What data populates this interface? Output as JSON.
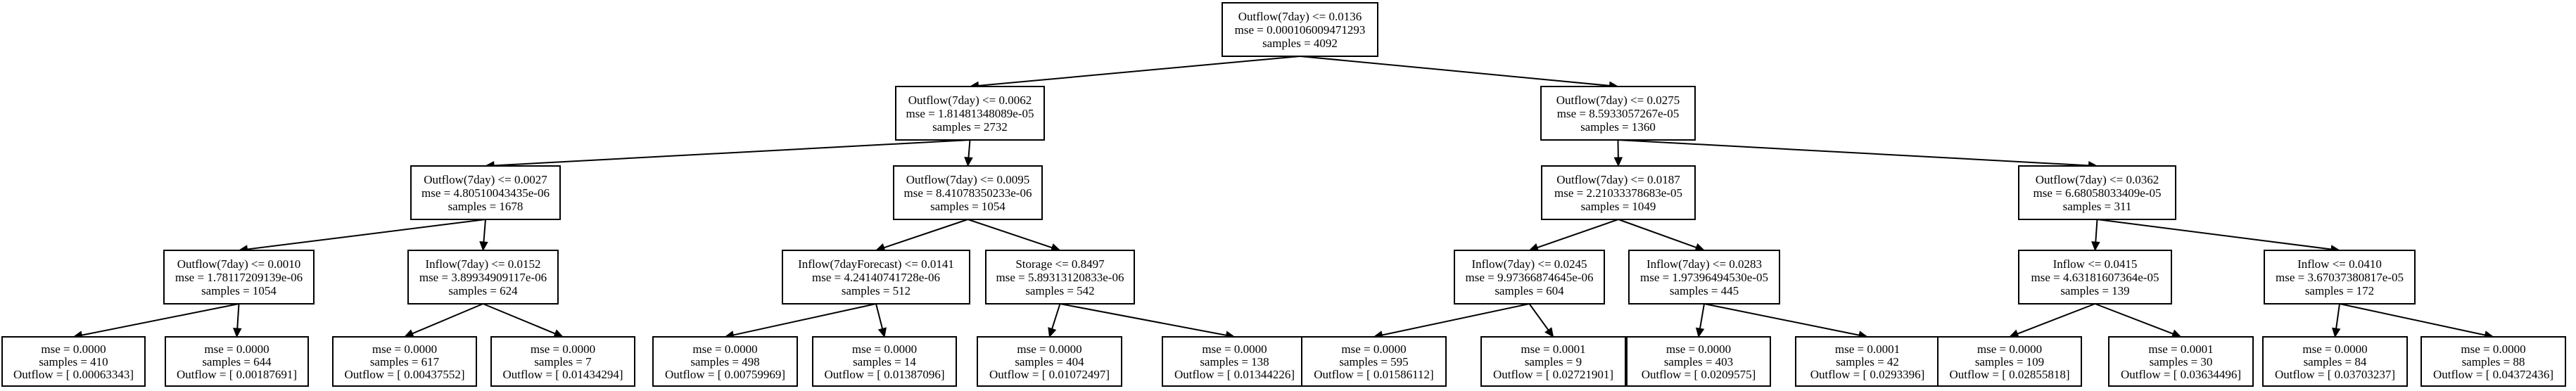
{
  "nodes": [
    {
      "id": "n0",
      "lines": [
        "Outflow(7day) <= 0.0136",
        "mse = 0.000106009471293",
        "samples = 4092"
      ]
    },
    {
      "id": "n1",
      "lines": [
        "Outflow(7day) <= 0.0062",
        "mse = 1.81481348089e-05",
        "samples = 2732"
      ]
    },
    {
      "id": "n2",
      "lines": [
        "Outflow(7day) <= 0.0275",
        "mse = 8.5933057267e-05",
        "samples = 1360"
      ]
    },
    {
      "id": "n3",
      "lines": [
        "Outflow(7day) <= 0.0027",
        "mse = 4.80510043435e-06",
        "samples = 1678"
      ]
    },
    {
      "id": "n4",
      "lines": [
        "Outflow(7day) <= 0.0095",
        "mse = 8.41078350233e-06",
        "samples = 1054"
      ]
    },
    {
      "id": "n5",
      "lines": [
        "Outflow(7day) <= 0.0187",
        "mse = 2.21033378683e-05",
        "samples = 1049"
      ]
    },
    {
      "id": "n6",
      "lines": [
        "Outflow(7day) <= 0.0362",
        "mse = 6.68058033409e-05",
        "samples = 311"
      ]
    },
    {
      "id": "n7",
      "lines": [
        "Outflow(7day) <= 0.0010",
        "mse = 1.78117209139e-06",
        "samples = 1054"
      ]
    },
    {
      "id": "n8",
      "lines": [
        "Inflow(7day) <= 0.0152",
        "mse = 3.89934909117e-06",
        "samples = 624"
      ]
    },
    {
      "id": "n9",
      "lines": [
        "Inflow(7dayForecast) <= 0.0141",
        "mse = 4.24140741728e-06",
        "samples = 512"
      ]
    },
    {
      "id": "n10",
      "lines": [
        "Storage <= 0.8497",
        "mse = 5.89313120833e-06",
        "samples = 542"
      ]
    },
    {
      "id": "n11",
      "lines": [
        "Inflow(7day) <= 0.0245",
        "mse = 9.97366874645e-06",
        "samples = 604"
      ]
    },
    {
      "id": "n12",
      "lines": [
        "Inflow(7day) <= 0.0283",
        "mse = 1.97396494530e-05",
        "samples = 445"
      ]
    },
    {
      "id": "n13",
      "lines": [
        "Inflow <= 0.0415",
        "mse = 4.63181607364e-05",
        "samples = 139"
      ]
    },
    {
      "id": "n14",
      "lines": [
        "Inflow <= 0.0410",
        "mse = 3.67037380817e-05",
        "samples = 172"
      ]
    },
    {
      "id": "l0",
      "lines": [
        "mse = 0.0000",
        "samples = 410",
        "Outflow = [ 0.00063343]"
      ]
    },
    {
      "id": "l1",
      "lines": [
        "mse = 0.0000",
        "samples = 644",
        "Outflow = [ 0.00187691]"
      ]
    },
    {
      "id": "l2",
      "lines": [
        "mse = 0.0000",
        "samples = 617",
        "Outflow = [ 0.00437552]"
      ]
    },
    {
      "id": "l3",
      "lines": [
        "mse = 0.0000",
        "samples = 7",
        "Outflow = [ 0.01434294]"
      ]
    },
    {
      "id": "l4",
      "lines": [
        "mse = 0.0000",
        "samples = 498",
        "Outflow = [ 0.00759969]"
      ]
    },
    {
      "id": "l5",
      "lines": [
        "mse = 0.0000",
        "samples = 14",
        "Outflow = [ 0.01387096]"
      ]
    },
    {
      "id": "l6",
      "lines": [
        "mse = 0.0000",
        "samples = 404",
        "Outflow = [ 0.01072497]"
      ]
    },
    {
      "id": "l7",
      "lines": [
        "mse = 0.0000",
        "samples = 138",
        "Outflow = [ 0.01344226]"
      ]
    },
    {
      "id": "l8",
      "lines": [
        "mse = 0.0000",
        "samples = 595",
        "Outflow = [ 0.01586112]"
      ]
    },
    {
      "id": "l9",
      "lines": [
        "mse = 0.0001",
        "samples = 9",
        "Outflow = [ 0.02721901]"
      ]
    },
    {
      "id": "l10",
      "lines": [
        "mse = 0.0000",
        "samples = 403",
        "Outflow = [ 0.0209575]"
      ]
    },
    {
      "id": "l11",
      "lines": [
        "mse = 0.0001",
        "samples = 42",
        "Outflow = [ 0.0293396]"
      ]
    },
    {
      "id": "l12",
      "lines": [
        "mse = 0.0000",
        "samples = 109",
        "Outflow = [ 0.02855818]"
      ]
    },
    {
      "id": "l13",
      "lines": [
        "mse = 0.0001",
        "samples = 30",
        "Outflow = [ 0.03634496]"
      ]
    },
    {
      "id": "l14",
      "lines": [
        "mse = 0.0000",
        "samples = 84",
        "Outflow = [ 0.03703237]"
      ]
    },
    {
      "id": "l15",
      "lines": [
        "mse = 0.0000",
        "samples = 88",
        "Outflow = [ 0.04372436]"
      ]
    }
  ],
  "edges": [
    [
      "n0",
      "n1"
    ],
    [
      "n0",
      "n2"
    ],
    [
      "n1",
      "n3"
    ],
    [
      "n1",
      "n4"
    ],
    [
      "n2",
      "n5"
    ],
    [
      "n2",
      "n6"
    ],
    [
      "n3",
      "n7"
    ],
    [
      "n3",
      "n8"
    ],
    [
      "n4",
      "n9"
    ],
    [
      "n4",
      "n10"
    ],
    [
      "n5",
      "n11"
    ],
    [
      "n5",
      "n12"
    ],
    [
      "n6",
      "n13"
    ],
    [
      "n6",
      "n14"
    ],
    [
      "n7",
      "l0"
    ],
    [
      "n7",
      "l1"
    ],
    [
      "n8",
      "l2"
    ],
    [
      "n8",
      "l3"
    ],
    [
      "n9",
      "l4"
    ],
    [
      "n9",
      "l5"
    ],
    [
      "n10",
      "l6"
    ],
    [
      "n10",
      "l7"
    ],
    [
      "n11",
      "l8"
    ],
    [
      "n11",
      "l9"
    ],
    [
      "n12",
      "l10"
    ],
    [
      "n12",
      "l11"
    ],
    [
      "n13",
      "l12"
    ],
    [
      "n13",
      "l13"
    ],
    [
      "n14",
      "l14"
    ],
    [
      "n14",
      "l15"
    ]
  ]
}
